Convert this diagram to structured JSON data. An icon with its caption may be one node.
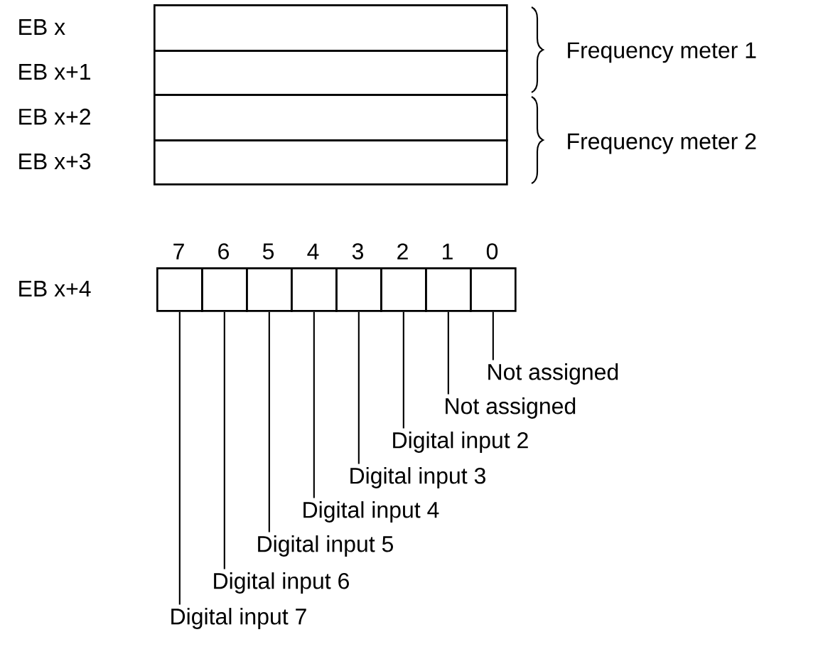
{
  "diagram": {
    "nodes": [
      {
        "text": [],
        "shape": "box",
        "beside": [
          "EB x"
        ]
      },
      {
        "text": [],
        "shape": "box",
        "beside": [
          "EB x+1"
        ]
      },
      {
        "text": [],
        "shape": "box",
        "beside": [
          "EB x+2"
        ]
      },
      {
        "text": [],
        "shape": "box",
        "beside": [
          "EB x+3"
        ]
      },
      {
        "text": [],
        "shape": "box",
        "beside": [
          "7"
        ]
      },
      {
        "text": [],
        "shape": "box",
        "beside": [
          "6"
        ]
      },
      {
        "text": [],
        "shape": "box",
        "beside": [
          "5"
        ]
      },
      {
        "text": [],
        "shape": "box",
        "beside": [
          "4"
        ]
      },
      {
        "text": [],
        "shape": "box",
        "beside": [
          "3"
        ]
      },
      {
        "text": [],
        "shape": "box",
        "beside": [
          "2"
        ]
      },
      {
        "text": [],
        "shape": "box",
        "beside": [
          "1"
        ]
      },
      {
        "text": [],
        "shape": "box",
        "beside": [
          "0"
        ]
      },
      {
        "text": [
          "Not assigned"
        ]
      },
      {
        "text": [
          "Not assigned"
        ]
      },
      {
        "text": [
          "Digital input 2"
        ]
      },
      {
        "text": [
          "Digital input 3"
        ]
      },
      {
        "text": [
          "Digital input 4"
        ]
      },
      {
        "text": [
          "Digital input 5"
        ]
      },
      {
        "text": [
          "Digital input 6"
        ]
      },
      {
        "text": [
          "Digital input 7"
        ]
      }
    ],
    "edges": [
      {
        "from": 12,
        "to": 11,
        "arrow": "none"
      },
      {
        "from": 13,
        "to": 10,
        "arrow": "none"
      },
      {
        "from": 14,
        "to": 9,
        "arrow": "none"
      },
      {
        "from": 15,
        "to": 8,
        "arrow": "none"
      },
      {
        "from": 16,
        "to": 7,
        "arrow": "none"
      },
      {
        "from": 17,
        "to": 6,
        "arrow": "none"
      },
      {
        "from": 18,
        "to": 5,
        "arrow": "none"
      },
      {
        "from": 19,
        "to": 4,
        "arrow": "none"
      }
    ],
    "labels": [
      "Frequency meter 1",
      "Frequency meter 2",
      "EB x+4"
    ]
  }
}
